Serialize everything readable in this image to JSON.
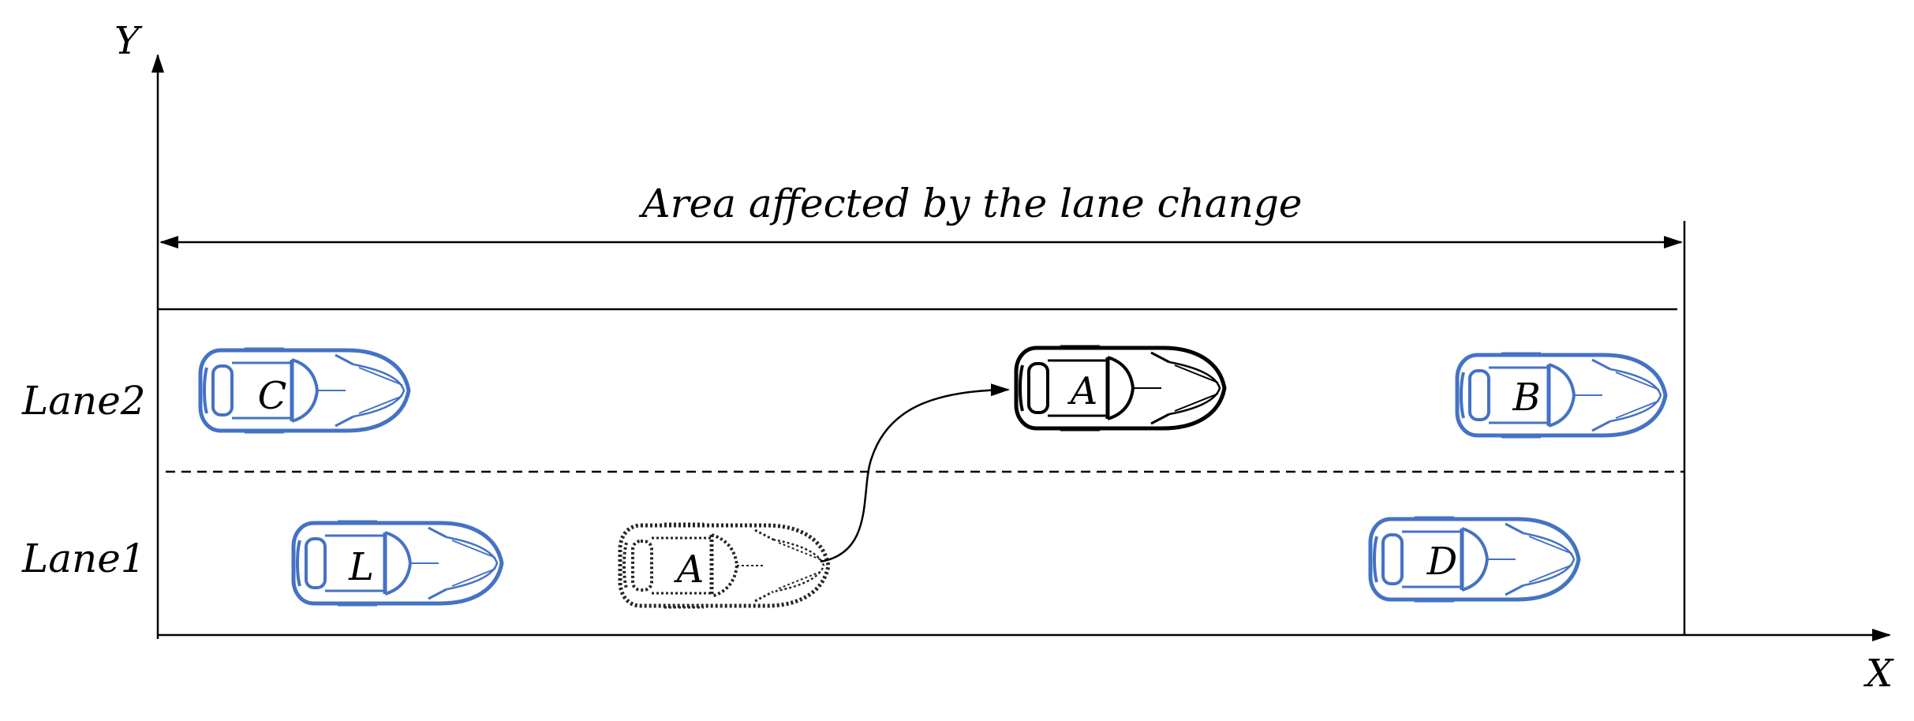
{
  "axes": {
    "y_label": "Y",
    "x_label": "X"
  },
  "annotation": {
    "label": "Area affected by the lane change"
  },
  "lanes": {
    "lane2_label": "Lane2",
    "lane1_label": "Lane1"
  },
  "vehicles": {
    "C": {
      "label": "C",
      "lane": "Lane2",
      "style": "blue"
    },
    "A_target": {
      "label": "A",
      "lane": "Lane2",
      "style": "black"
    },
    "B": {
      "label": "B",
      "lane": "Lane2",
      "style": "blue"
    },
    "L": {
      "label": "L",
      "lane": "Lane1",
      "style": "blue"
    },
    "A_origin": {
      "label": "A",
      "lane": "Lane1",
      "style": "dotted"
    },
    "D": {
      "label": "D",
      "lane": "Lane1",
      "style": "blue"
    }
  },
  "colors": {
    "blue_car": "#4472c4",
    "line": "#000000",
    "background": "#ffffff"
  }
}
